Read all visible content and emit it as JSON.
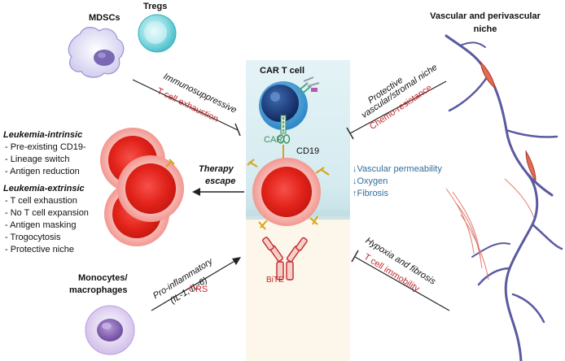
{
  "labels": {
    "mdscs": "MDSCs",
    "tregs": "Tregs",
    "car_t_cell": "CAR T cell",
    "car": "CAR",
    "cd19": "CD19",
    "bite": "BiTE",
    "vascular_title_line1": "Vascular and perivascular",
    "vascular_title_line2": "niche",
    "immunosuppressive": "Immunosuppressive",
    "t_cell_exhaustion": "T cell exhaustion",
    "protective_line1": "Protective",
    "protective_line2": "vascular/stromal niche",
    "chemo_resistance": "Chemo-resistance",
    "therapy_line1": "Therapy",
    "therapy_line2": "escape",
    "vascular_permeability": "↓Vascular permeability",
    "oxygen": "↓Oxygen",
    "fibrosis": "↑Fibrosis",
    "pro_inflammatory": "Pro-inflammatory",
    "il": "(IL-1, IL-6)",
    "crs": "CRS",
    "monocytes_line1": "Monocytes/",
    "monocytes_line2": "macrophages",
    "hypoxia": "Hypoxia and fibrosis",
    "t_cell_immobility": "T cell immobility"
  },
  "intrinsic": {
    "title": "Leukemia-intrinsic",
    "items": [
      "- Pre-existing CD19-",
      "- Lineage switch",
      "- Antigen reduction"
    ]
  },
  "extrinsic": {
    "title": "Leukemia-extrinsic",
    "items": [
      "- T cell exhaustion",
      "- No T cell expansion",
      "- Antigen masking",
      "- Trogocytosis",
      "- Protective niche"
    ]
  },
  "colors": {
    "vessel": "#5a5aa0",
    "cell_red": "#e2231a",
    "panel_blue": "#d8edf2",
    "panel_cream": "#fdf6ea",
    "accent_red": "#c0282c",
    "accent_blue": "#2e6f9e"
  }
}
